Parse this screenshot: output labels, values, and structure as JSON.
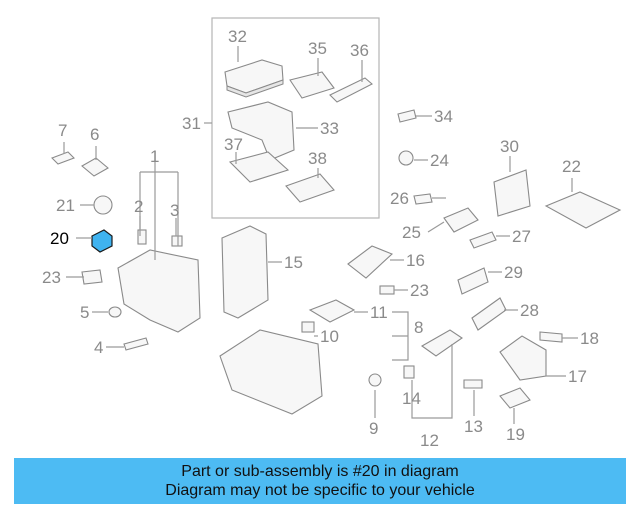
{
  "highlight_color": "#3fb3f0",
  "banner_color": "#4dbbf3",
  "callouts": [
    "1",
    "2",
    "3",
    "4",
    "5",
    "6",
    "7",
    "8",
    "9",
    "10",
    "11",
    "12",
    "13",
    "14",
    "15",
    "16",
    "17",
    "18",
    "19",
    "20",
    "21",
    "22",
    "23",
    "23",
    "24",
    "25",
    "26",
    "27",
    "28",
    "29",
    "30",
    "31",
    "32",
    "33",
    "34",
    "35",
    "36",
    "37",
    "38"
  ],
  "highlighted_callout": "20",
  "banner": {
    "line1": "Part or sub-assembly is #20 in diagram",
    "line2": "Diagram may not be specific to your vehicle"
  }
}
